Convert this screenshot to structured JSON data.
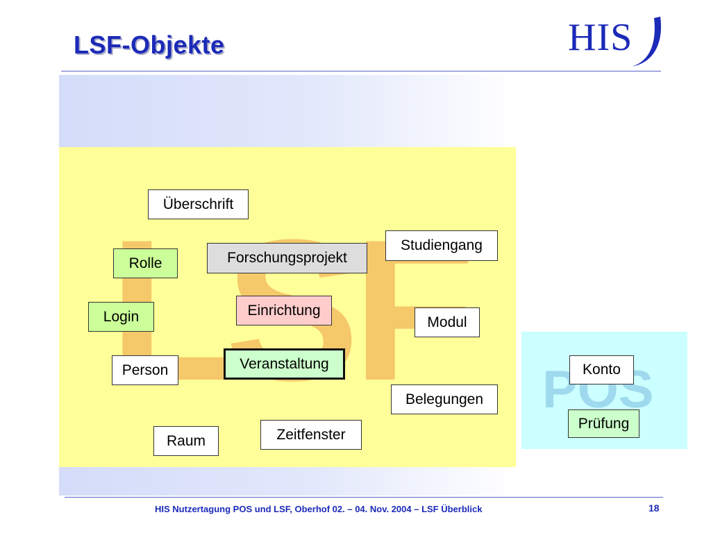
{
  "slide": {
    "title": "LSF-Objekte",
    "logo_text": "HIS",
    "footer": "HIS Nutzertagung POS und LSF, Oberhof 02. – 04. Nov. 2004 – LSF Überblick",
    "page_number": "18"
  },
  "areas": {
    "lsf_watermark": "LSF",
    "pos_watermark": "POS"
  },
  "objects": {
    "ueberschrift": "Überschrift",
    "studiengang": "Studiengang",
    "forschungsprojekt": "Forschungsprojekt",
    "rolle": "Rolle",
    "einrichtung": "Einrichtung",
    "login": "Login",
    "modul": "Modul",
    "veranstaltung": "Veranstaltung",
    "person": "Person",
    "belegungen": "Belegungen",
    "zeitfenster": "Zeitfenster",
    "raum": "Raum"
  },
  "pos_objects": {
    "konto": "Konto",
    "pruefung": "Prüfung"
  },
  "colors": {
    "title": "#1c2ab8",
    "lsf_area": "#ffff99",
    "pos_area": "#ccffff",
    "lsf_watermark": "#f5c86a",
    "pos_watermark": "#9fd9ee",
    "green_box": "#ccff99",
    "gray_box": "#dddddd",
    "pink_box": "#ffcccc",
    "mint_box": "#ccffcc"
  }
}
